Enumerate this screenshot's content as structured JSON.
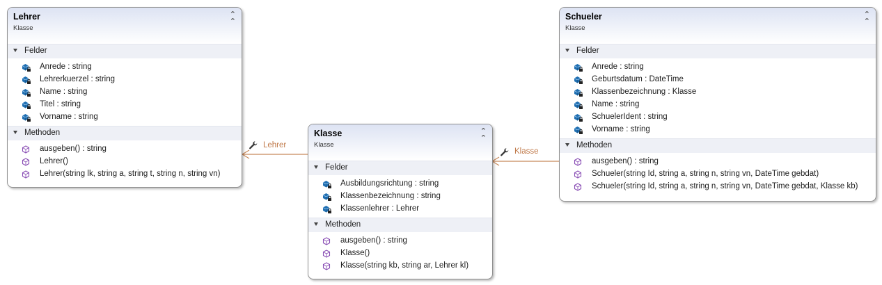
{
  "classes": {
    "lehrer": {
      "name": "Lehrer",
      "kind": "Klasse",
      "fields_label": "Felder",
      "methods_label": "Methoden",
      "fields": [
        "Anrede : string",
        "Lehrerkuerzel : string",
        "Name : string",
        "Titel : string",
        "Vorname : string"
      ],
      "methods": [
        "ausgeben() : string",
        "Lehrer()",
        "Lehrer(string lk, string a, string t, string n, string vn)"
      ]
    },
    "klasse": {
      "name": "Klasse",
      "kind": "Klasse",
      "fields_label": "Felder",
      "methods_label": "Methoden",
      "fields": [
        "Ausbildungsrichtung : string",
        "Klassenbezeichnung : string",
        "Klassenlehrer : Lehrer"
      ],
      "methods": [
        "ausgeben() : string",
        "Klasse()",
        "Klasse(string kb, string ar, Lehrer kl)"
      ]
    },
    "schueler": {
      "name": "Schueler",
      "kind": "Klasse",
      "fields_label": "Felder",
      "methods_label": "Methoden",
      "fields": [
        "Anrede : string",
        "Geburtsdatum : DateTime",
        "Klassenbezeichnung : Klasse",
        "Name : string",
        "SchuelerIdent : string",
        "Vorname : string"
      ],
      "methods": [
        "ausgeben() : string",
        "Schueler(string Id, string a, string n, string vn, DateTime gebdat)",
        "Schueler(string Id, string a, string n, string vn, DateTime gebdat, Klasse kb)"
      ]
    }
  },
  "associations": {
    "klasse_to_lehrer": "Lehrer",
    "schueler_to_klasse": "Klasse"
  },
  "colors": {
    "connector": "#c8895a",
    "field_icon": "#1f6fb2",
    "method_icon": "#8a4fb5"
  }
}
